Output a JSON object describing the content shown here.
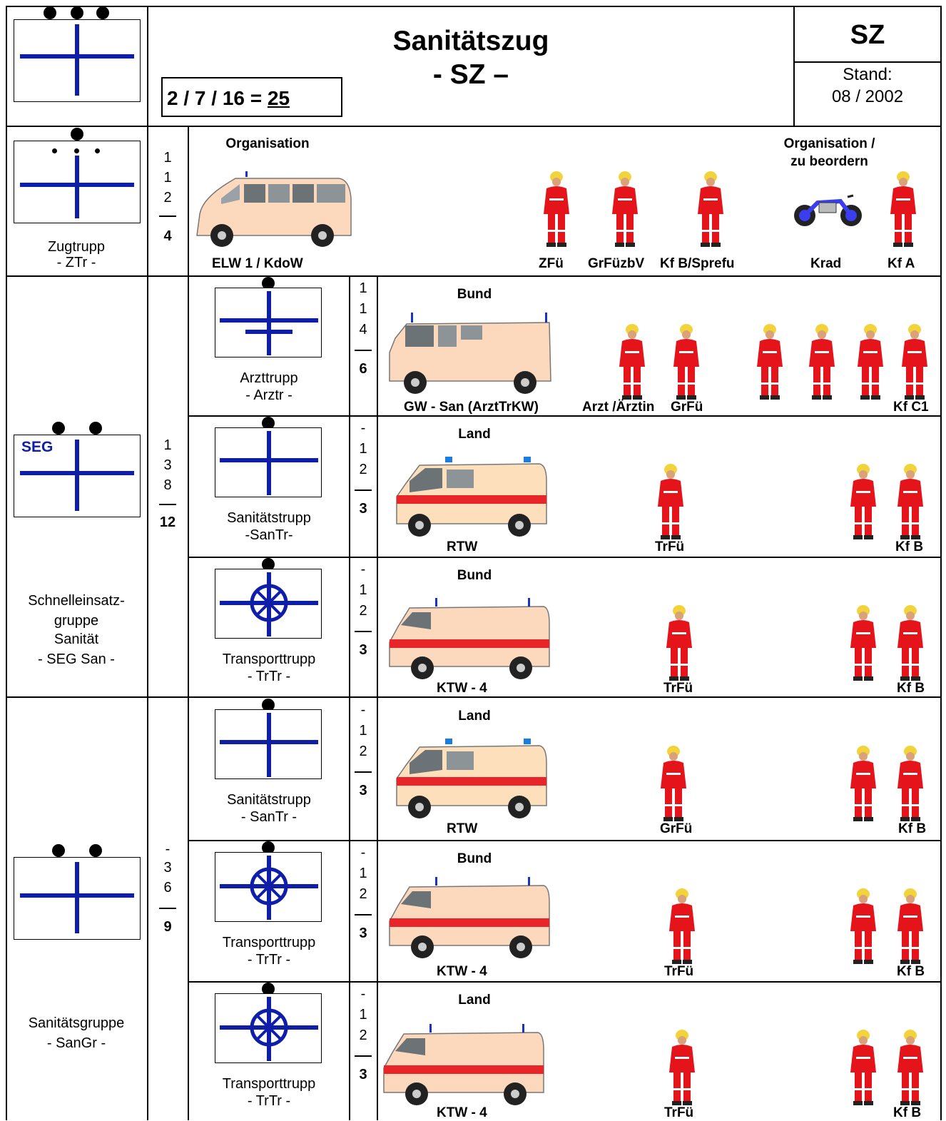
{
  "header": {
    "title": "Sanitätszug",
    "subtitle": "- SZ –",
    "strength": "2 / 7 / 16 = ",
    "strength_total": "25",
    "code": "SZ",
    "stand_label": "Stand:",
    "stand_date": "08 / 2002"
  },
  "zugtrupp": {
    "name": "Zugtrupp",
    "abbr": "- ZTr -",
    "nums": [
      "1",
      "1",
      "2"
    ],
    "total": "4",
    "org_left": "Organisation",
    "org_right_1": "Organisation /",
    "org_right_2": "zu beordern",
    "vehicle": "ELW 1 / KdoW",
    "roles": [
      "ZFü",
      "GrFüzbV",
      "Kf B/Sprefu",
      "Krad",
      "Kf A"
    ]
  },
  "seg": {
    "tag": "SEG",
    "name_lines": [
      "Schnelleinsatz-",
      "gruppe",
      "Sanität",
      "- SEG San -"
    ],
    "nums": [
      "1",
      "3",
      "8"
    ],
    "total": "12",
    "units": [
      {
        "name": "Arzttrupp",
        "abbr": "- Arztr -",
        "nums": [
          "1",
          "1",
          "4"
        ],
        "total": "6",
        "org": "Bund",
        "vehicle": "GW - San (ArztTrKW)",
        "roles": [
          "Arzt /Ärztin",
          "GrFü",
          "Kf C1"
        ]
      },
      {
        "name": "Sanitätstrupp",
        "abbr": "-SanTr-",
        "nums": [
          "-",
          "1",
          "2"
        ],
        "total": "3",
        "org": "Land",
        "vehicle": "RTW",
        "roles": [
          "TrFü",
          "Kf B"
        ]
      },
      {
        "name": "Transporttrupp",
        "abbr": "- TrTr -",
        "nums": [
          "-",
          "1",
          "2"
        ],
        "total": "3",
        "org": "Bund",
        "vehicle": "KTW - 4",
        "roles": [
          "TrFü",
          "Kf B"
        ]
      }
    ]
  },
  "sangr": {
    "name": "Sanitätsgruppe",
    "abbr": "- SanGr -",
    "nums": [
      "-",
      "3",
      "6"
    ],
    "total": "9",
    "units": [
      {
        "name": "Sanitätstrupp",
        "abbr": "- SanTr -",
        "nums": [
          "-",
          "1",
          "2"
        ],
        "total": "3",
        "org": "Land",
        "vehicle": "RTW",
        "roles": [
          "GrFü",
          "Kf B"
        ]
      },
      {
        "name": "Transporttrupp",
        "abbr": "- TrTr -",
        "nums": [
          "-",
          "1",
          "2"
        ],
        "total": "3",
        "org": "Bund",
        "vehicle": "KTW - 4",
        "roles": [
          "TrFü",
          "Kf B"
        ]
      },
      {
        "name": "Transporttrupp",
        "abbr": "- TrTr -",
        "nums": [
          "-",
          "1",
          "2"
        ],
        "total": "3",
        "org": "Land",
        "vehicle": "KTW - 4",
        "roles": [
          "TrFü",
          "Kf B"
        ]
      }
    ]
  },
  "colors": {
    "symbol_blue": "#0f1ea8",
    "vehicle_body": "#fcd9bd",
    "stripe_red": "#e8262a",
    "uniform_red": "#e5141b",
    "helmet_yellow": "#f2d43a",
    "motorbike_blue": "#3a3df0"
  }
}
